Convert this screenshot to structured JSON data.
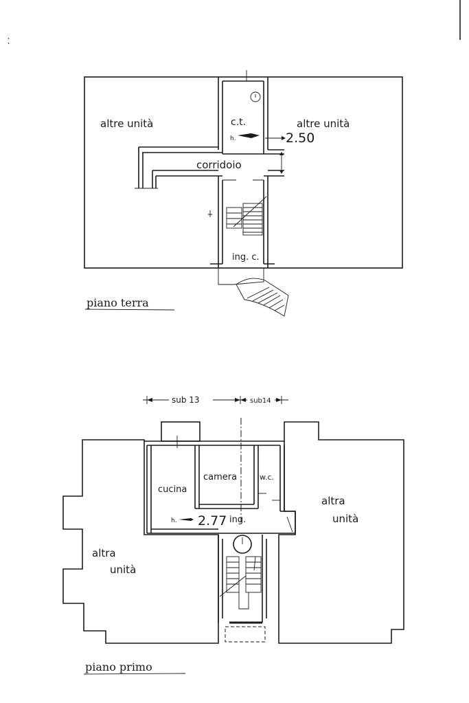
{
  "ground_floor": {
    "caption": "piano terra",
    "labels": {
      "other_left": "altre unità",
      "other_right": "altre unità",
      "boiler_room": "c.t.",
      "height": "2.50",
      "corridor": "corridoio",
      "entrance": "ing. c.",
      "height_prefix": "h."
    }
  },
  "first_floor": {
    "caption": "piano primo",
    "labels": {
      "sub_left": "sub 13",
      "sub_right": "sub14",
      "kitchen": "cucina",
      "bedroom": "camera",
      "wc": "w.c.",
      "entrance": "ing.",
      "height_prefix": "h.",
      "height": "2.77",
      "other_left": "altra unità",
      "other_right": "altra unità"
    }
  }
}
